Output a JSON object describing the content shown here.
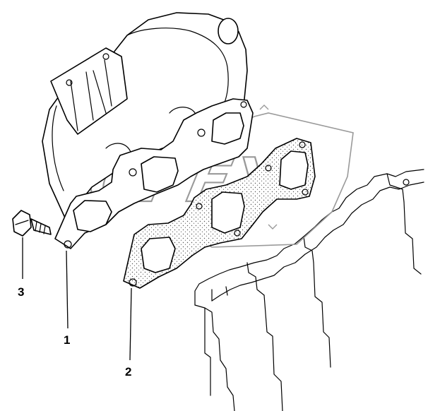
{
  "watermark": {
    "text": "OPEX",
    "color": "#9a9a9a"
  },
  "callouts": [
    {
      "id": "1",
      "label": "1"
    },
    {
      "id": "2",
      "label": "2"
    },
    {
      "id": "3",
      "label": "3"
    }
  ],
  "colors": {
    "line": "#000000",
    "background": "#ffffff",
    "gasket_stipple": "#555555"
  }
}
